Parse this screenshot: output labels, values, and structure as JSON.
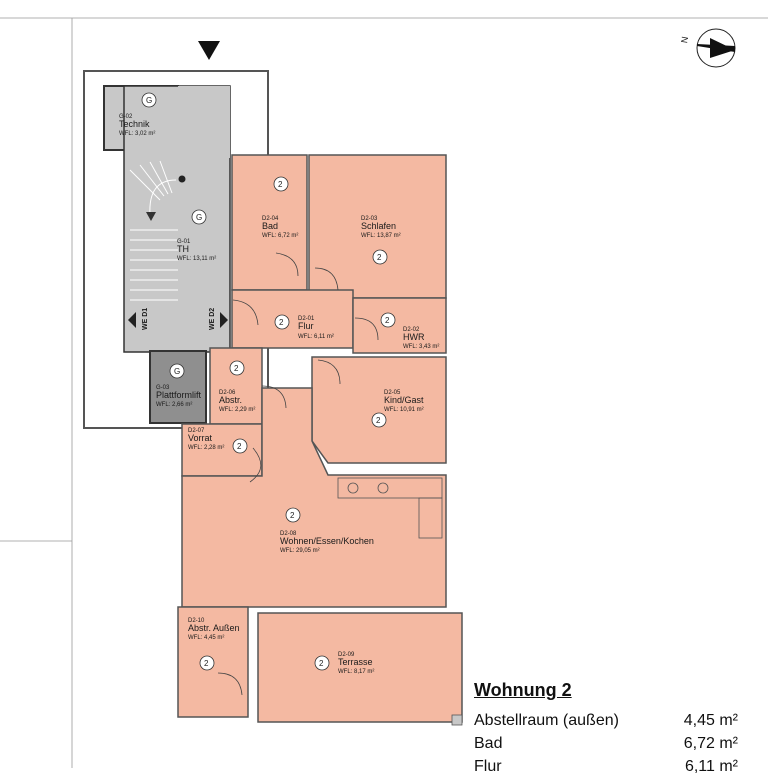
{
  "compass_label": "N",
  "rooms": [
    {
      "id": "g02",
      "code": "G-02",
      "name": "Technik",
      "area": "WFL: 3,02 m²",
      "mark": "G"
    },
    {
      "id": "g01",
      "code": "G-01",
      "name": "TH",
      "area": "WFL: 13,11 m²",
      "mark": "G"
    },
    {
      "id": "g03",
      "code": "G-03",
      "name": "Plattformlift",
      "area": "WFL: 2,66 m²",
      "mark": "G"
    },
    {
      "id": "d204",
      "code": "D2-04",
      "name": "Bad",
      "area": "WFL: 6,72 m²",
      "mark": "2"
    },
    {
      "id": "d203",
      "code": "D2-03",
      "name": "Schlafen",
      "area": "WFL: 13,87 m²",
      "mark": "2"
    },
    {
      "id": "d201",
      "code": "D2-01",
      "name": "Flur",
      "area": "WFL: 6,11 m²",
      "mark": "2"
    },
    {
      "id": "d202",
      "code": "D2-02",
      "name": "HWR",
      "area": "WFL: 3,43 m²",
      "mark": "2"
    },
    {
      "id": "d206",
      "code": "D2-06",
      "name": "Abstr.",
      "area": "WFL: 2,29 m²",
      "mark": "2"
    },
    {
      "id": "d205",
      "code": "D2-05",
      "name": "Kind/Gast",
      "area": "WFL: 10,91 m²",
      "mark": "2"
    },
    {
      "id": "d207",
      "code": "D2-07",
      "name": "Vorrat",
      "area": "WFL: 2,28 m²",
      "mark": "2"
    },
    {
      "id": "d208",
      "code": "D2-08",
      "name": "Wohnen/Essen/Kochen",
      "area": "WFL: 29,05 m²",
      "mark": "2"
    },
    {
      "id": "d210",
      "code": "D2-10",
      "name": "Abstr. Außen",
      "area": "WFL: 4,45 m²",
      "mark": "2"
    },
    {
      "id": "d209",
      "code": "D2-09",
      "name": "Terrasse",
      "area": "WFL: 8,17 m²",
      "mark": "2"
    }
  ],
  "door_labels": {
    "we_d1": "WE D1",
    "we_d2": "WE D2"
  },
  "legend": {
    "title": "Wohnung 2",
    "rows": [
      {
        "label": "Abstellraum (außen)",
        "value": "4,45 m²"
      },
      {
        "label": "Bad",
        "value": "6,72 m²"
      },
      {
        "label": "Flur",
        "value": "6,11 m²"
      }
    ]
  },
  "colors": {
    "apartment": "#f4b9a2",
    "common": "#c8c8c8",
    "lift": "#8f8f8f",
    "wall": "#555555"
  }
}
